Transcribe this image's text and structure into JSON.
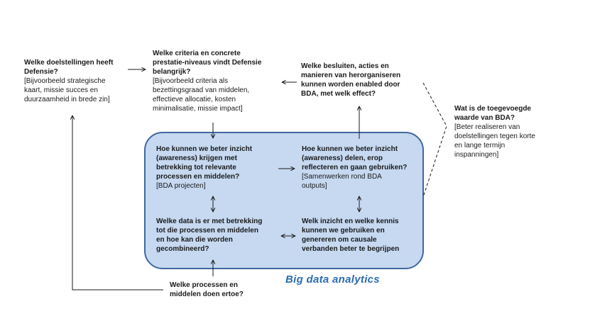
{
  "goals": {
    "question": "Welke doelstellingen  heeft\nDefensie?",
    "note": "[Bijvoorbeeld strategische\nkaart, missie succes en\nduurzaamheid in brede zin]"
  },
  "criteria": {
    "question": "Welke criteria  en concrete\nprestatie-niveaus vindt Defensie\nbelangrijk?",
    "note": "[Bijvoorbeeld criteria als\nbezettingsgraad van middelen,\neffectieve allocatie, kosten\nminimalisatie, missie impact]"
  },
  "decisions": {
    "question": "Welke besluiten,  acties en\nmanieren van herorganiseren\nkunnen worden enabled door\nBDA, met welk effect?"
  },
  "added_value": {
    "question": "Wat is de toegevoegde\nwaarde van BDA?",
    "note": "[Beter  realiseren van\ndoelstellingen tegen korte\nen lange termijn\ninspanningen]"
  },
  "insight": {
    "question": "Hoe kunnen we beter inzicht\n(awareness) krijgen met\nbetrekking tot relevante\nprocessen en middelen?",
    "note": "[BDA projecten]"
  },
  "share": {
    "question": "Hoe kunnen we beter inzicht\n(awareness) delen, erop\nreflecteren en gaan gebruiken?",
    "note": "[Samenwerken rond BDA\noutputs]"
  },
  "data": {
    "question": "Welke data  is er met betrekking\ntot die processen en middelen\nen hoe kan die worden\ngecombineerd?"
  },
  "knowledge": {
    "question": "Welk inzicht  en welke kennis\nkunnen we gebruiken en\ngenereren om causale\nverbanden beter te begrijpen"
  },
  "processes": {
    "question": "Welke processen  en\nmiddelen doen ertoe?"
  },
  "bda_label": "Big data analytics",
  "colors": {
    "box_fill": "#c6d9f1",
    "box_border": "#41679e",
    "label_blue": "#2b6cb0",
    "arrow": "#1a1a1a"
  }
}
